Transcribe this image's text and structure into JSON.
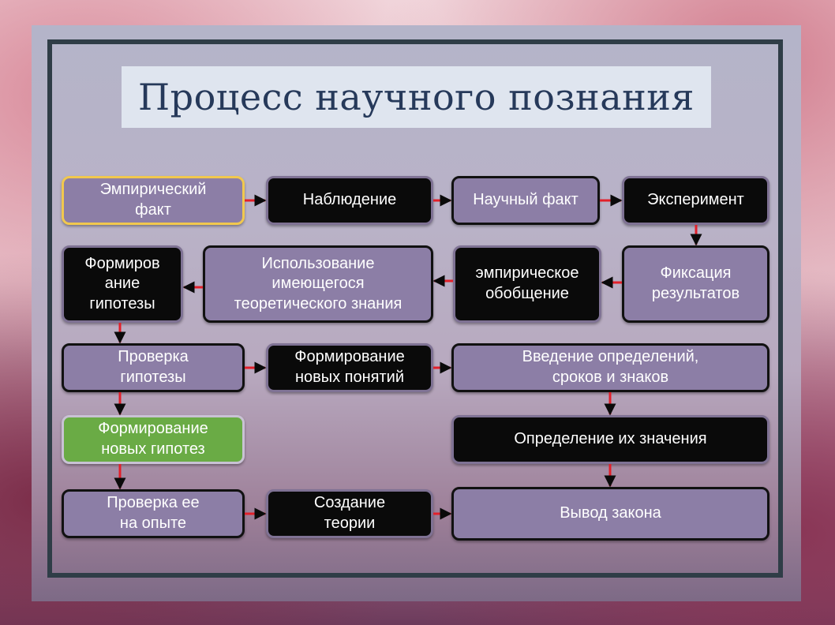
{
  "title": "Процесс научного познания",
  "boxes": {
    "empirical_fact": "Эмпирический\nфакт",
    "observation": "Наблюдение",
    "scientific_fact": "Научный факт",
    "experiment": "Эксперимент",
    "hypothesis_forming": "Формиров\nание\nгипотезы",
    "using_theory": "Использование\nимеющегося\nтеоретического знания",
    "empirical_generalization": "эмпирическое\nобобщение",
    "fixing_results": "Фиксация\nрезультатов",
    "hypothesis_check": "Проверка\nгипотезы",
    "new_concepts": "Формирование\nновых понятий",
    "definitions": "Введение определений,\nсроков и знаков",
    "new_hypotheses": "Формирование\nновых гипотез",
    "meaning": "Определение их значения",
    "experience_check": "Проверка ее\nна опыте",
    "theory_creation": "Создание\nтеории",
    "law": "Вывод закона"
  },
  "colors": {
    "arrow_line": "#e2202a",
    "arrow_head": "#0a0a0a",
    "title_text": "#26395a",
    "green_box": "#6aab45"
  }
}
